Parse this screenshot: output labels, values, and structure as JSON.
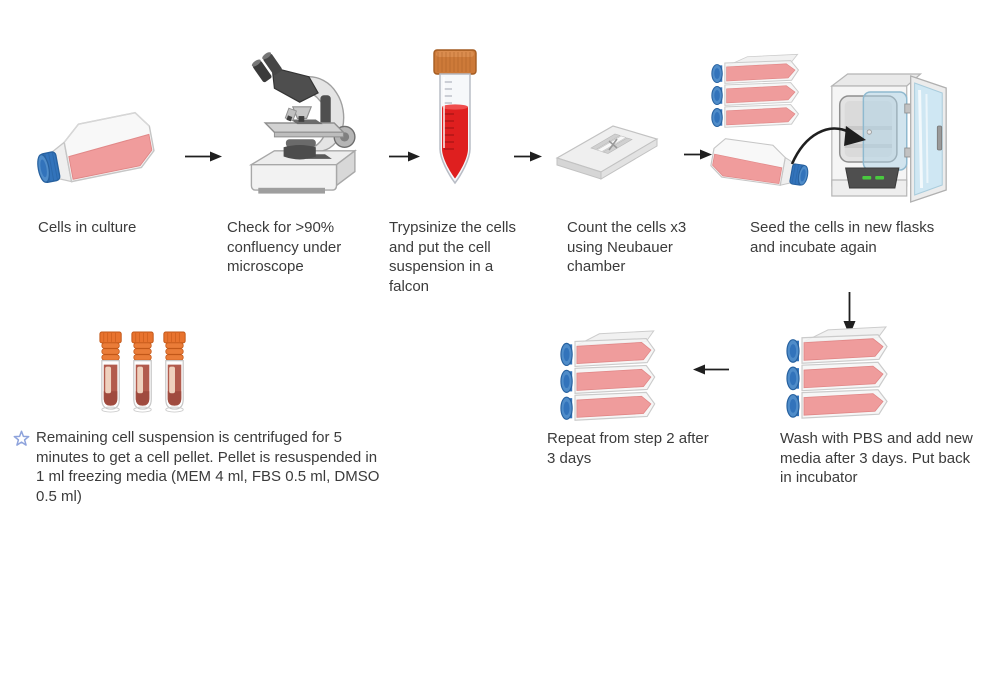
{
  "steps": [
    {
      "icon": "culture-flask",
      "label": "Cells in culture"
    },
    {
      "icon": "microscope",
      "label": "Check for >90% confluency under microscope"
    },
    {
      "icon": "falcon-tube",
      "label": "Trypsinize the cells and put the cell suspension in a falcon"
    },
    {
      "icon": "neubauer-chamber",
      "label": "Count the cells x3 using Neubauer chamber"
    },
    {
      "icon": "flask-stack-and-incubator",
      "label": "Seed the cells in new flasks and incubate again"
    },
    {
      "icon": "flask-stack",
      "label": "Wash with PBS and add new media after 3 days. Put back in incubator"
    },
    {
      "icon": "flask-stack",
      "label": "Repeat from step 2 after 3 days"
    }
  ],
  "note": {
    "icon": "star",
    "label": "Remaining cell suspension is centrifuged for 5 minutes to get a cell pellet. Pellet is resuspended in 1 ml freezing media (MEM 4 ml, FBS 0.5 ml, DMSO 0.5 ml)"
  },
  "colors": {
    "background": "#ffffff",
    "text": "#3b3b3b",
    "arrow": "#1f1f1f",
    "flask_cap_blue": "#3273bb",
    "flask_media_pink": "#f09c9c",
    "falcon_cap_orange": "#cd7a39",
    "falcon_liquid_red": "#df1f1f",
    "cryovial_orange": "#e8732e",
    "cryovial_content": "#b25b4d",
    "incubator_glass_blue": "#aed4e8",
    "incubator_led_green": "#49c93f",
    "star_blue": "#8ea3dc"
  }
}
